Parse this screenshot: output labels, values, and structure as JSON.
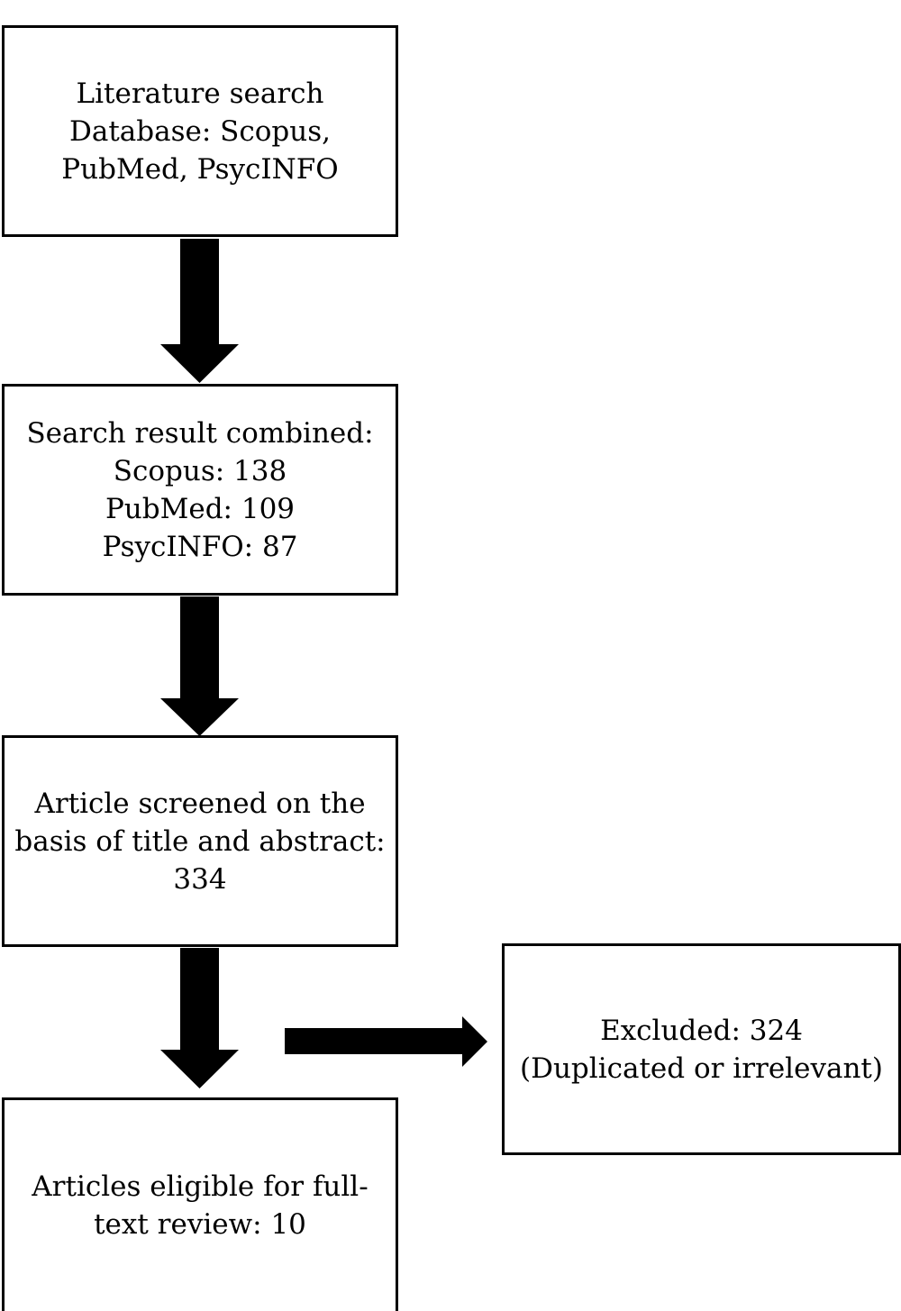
{
  "flowchart": {
    "boxes": [
      {
        "id": "search",
        "lines": [
          "Literature search",
          "Database: Scopus,",
          "PubMed, PsycINFO"
        ]
      },
      {
        "id": "combined",
        "lines": [
          "Search result combined:",
          "Scopus: 138",
          "PubMed: 109",
          "PsycINFO: 87"
        ]
      },
      {
        "id": "screened",
        "lines": [
          "Article screened on the",
          "basis of title and abstract:",
          "334"
        ]
      },
      {
        "id": "eligible",
        "lines": [
          "Articles eligible for full-",
          "text review: 10"
        ]
      },
      {
        "id": "excluded",
        "lines": [
          "Excluded: 324",
          "(Duplicated or irrelevant)"
        ]
      }
    ]
  }
}
